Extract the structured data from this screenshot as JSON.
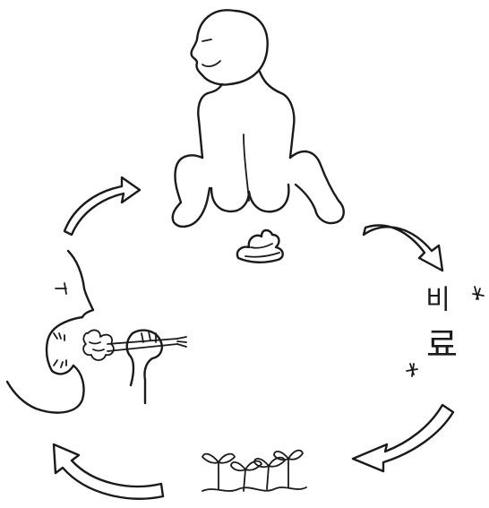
{
  "diagram": {
    "stages": [
      {
        "id": "toilet",
        "figure": "person-squatting-icon"
      },
      {
        "id": "poop",
        "figure": "poop-icon"
      },
      {
        "id": "fertilizer",
        "label_line1": "비",
        "label_line2": "료"
      },
      {
        "id": "sprouts",
        "figure": "sprouts-icon"
      },
      {
        "id": "eating",
        "figure": "person-eating-icon"
      }
    ],
    "arrows": [
      "top-left-arrow",
      "top-right-arrow",
      "bottom-right-arrow",
      "bottom-left-arrow"
    ],
    "colors": {
      "ink": "#1a1a1a",
      "background": "#ffffff"
    }
  }
}
